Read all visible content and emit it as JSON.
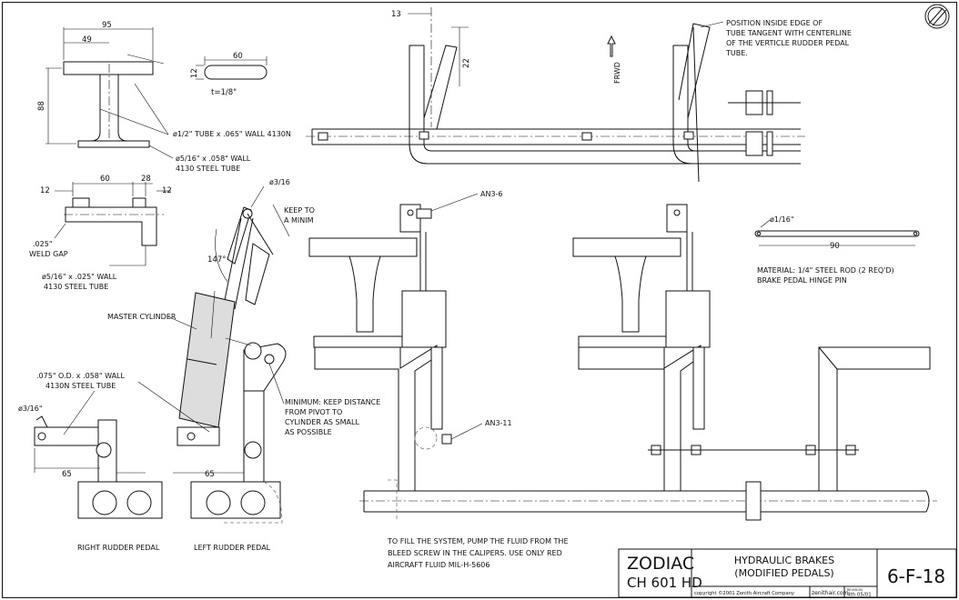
{
  "dimensions": {
    "d95": "95",
    "d49": "49",
    "d88": "88",
    "d60a": "60",
    "d12a": "12",
    "t18": "t=1/8\"",
    "d13": "13",
    "d22": "22",
    "d60b": "60",
    "d28": "28",
    "d12b": "12",
    "d12c": "12",
    "d65a": "65",
    "d65b": "65",
    "d147": "147°",
    "d90": "90",
    "phi316a": "ø3/16",
    "phi316b": "ø3/16\"",
    "phi116": "ø1/16\""
  },
  "labels": {
    "tube_half": "ø1/2\" TUBE x .065\" WALL 4130N",
    "tube_516_l1": "ø5/16\" x .058\" WALL",
    "tube_516_l2": "4130 STEEL TUBE",
    "weld_gap_l1": ".025\"",
    "weld_gap_l2": "WELD GAP",
    "tube_025_l1": "ø5/16\" x .025\" WALL",
    "tube_025_l2": "4130 STEEL TUBE",
    "keep_l1": "KEEP TO",
    "keep_l2": "A MINIM",
    "master_cyl": "MASTER CYLINDER",
    "tube_075_l1": ".075\" O.D. x .058\" WALL",
    "tube_075_l2": "4130N STEEL TUBE",
    "min_l1": "MINIMUM: KEEP DISTANCE",
    "min_l2": "FROM PIVOT TO",
    "min_l3": "CYLINDER AS SMALL",
    "min_l4": "AS POSSIBLE",
    "right_pedal": "RIGHT RUDDER PEDAL",
    "left_pedal": "LEFT RUDDER PEDAL",
    "frwd": "FRWD",
    "pos_l1": "POSITION INSIDE EDGE OF",
    "pos_l2": "TUBE TANGENT WITH CENTERLINE",
    "pos_l3": "OF THE VERTICLE RUDDER PEDAL",
    "pos_l4": "TUBE.",
    "an36": "AN3-6",
    "an311": "AN3-11",
    "mat_l1": "MATERIAL: 1/4\" STEEL ROD (2 REQ'D)",
    "mat_l2": "BRAKE PEDAL HINGE PIN",
    "fill_l1": "TO FILL THE SYSTEM, PUMP THE FLUID FROM THE",
    "fill_l2": "BLEED SCREW IN THE CALIPERS. USE ONLY RED",
    "fill_l3": "AIRCRAFT FLUID MIL-H-5606"
  },
  "title_block": {
    "brand": "ZODIAC",
    "model": "CH 601 HD",
    "title_l1": "HYDRAULIC BRAKES",
    "title_l2": "(MODIFIED PEDALS)",
    "copyright": "copyright ©2001 Zenith Aircraft Company",
    "website": "zenithair.com",
    "revision_label": "REVISION",
    "revision": "4th 05/01",
    "sheet": "6-F-18"
  }
}
